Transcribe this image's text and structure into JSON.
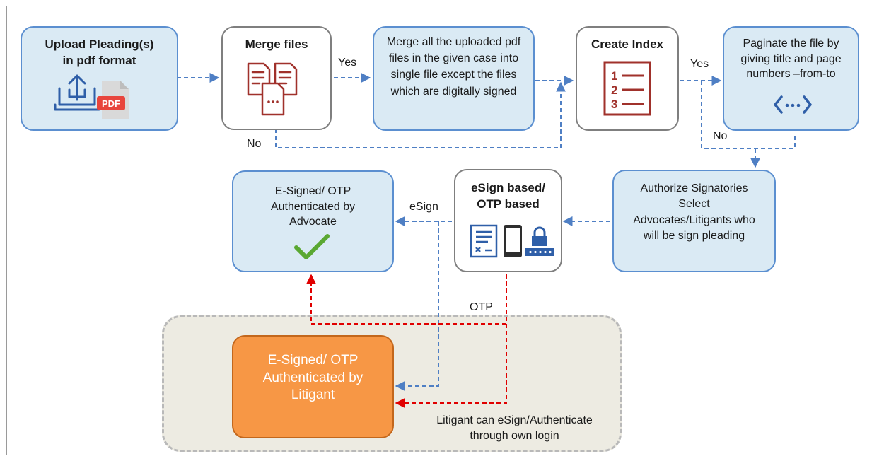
{
  "nodes": {
    "upload": "Upload Pleading(s) in pdf format",
    "merge_files": "Merge files",
    "merge_all": "Merge all the uploaded pdf files in the given case into single file except the files which are digitally signed",
    "create_index": "Create Index",
    "paginate": "Paginate the file by giving title and page numbers –from-to",
    "authorize": "Authorize Signatories Select Advocates/Litigants who will be sign pleading",
    "esign_otp": "eSign based/ OTP based",
    "advocate": "E-Signed/ OTP Authenticated by Advocate",
    "litigant": "E-Signed/ OTP Authenticated by Litigant"
  },
  "edge_labels": {
    "yes_merge": "Yes",
    "no_merge": "No",
    "yes_index": "Yes",
    "no_index": "No",
    "esign": "eSign",
    "otp": "OTP"
  },
  "notes": {
    "litigant_note_line1": "Litigant can eSign/Authenticate",
    "litigant_note_line2": "through own login"
  },
  "icons": {
    "upload": "upload-laptop-icon",
    "pdf": "pdf-icon",
    "merge": "merge-documents-icon",
    "index": "numbered-list-icon",
    "code": "code-brackets-icon",
    "document": "signed-document-icon",
    "phone": "mobile-phone-icon",
    "lock": "password-lock-icon",
    "check": "checkmark-icon"
  },
  "colors": {
    "blue_box_fill": "#daeaf4",
    "blue_box_border": "#5b8fd0",
    "orange_box_fill": "#f79745",
    "dashed_blue": "#4f7fc4",
    "dashed_red": "#e00000",
    "icon_red": "#a0312b",
    "icon_blue": "#2f5fa8",
    "check_green": "#5aa832",
    "pdf_red": "#e8453c"
  }
}
